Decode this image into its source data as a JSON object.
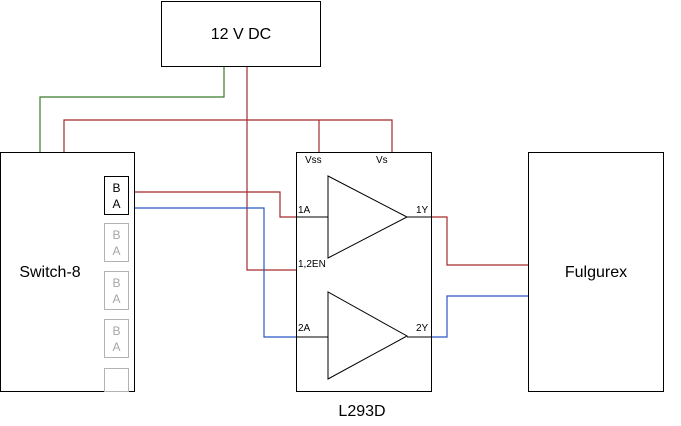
{
  "power": {
    "label": "12 V DC"
  },
  "switch": {
    "label": "Switch-8",
    "port_b": "B",
    "port_a": "A"
  },
  "driver": {
    "label": "L293D",
    "vss": "Vss",
    "vs": "Vs",
    "in1": "1A",
    "in2": "2A",
    "en": "1,2EN",
    "out1": "1Y",
    "out2": "2Y"
  },
  "load": {
    "label": "Fulgurex"
  },
  "colors": {
    "positive_wire": "#a32b2b",
    "signal_wire": "#2a57c4",
    "ground_wire": "#3b7a2a"
  }
}
